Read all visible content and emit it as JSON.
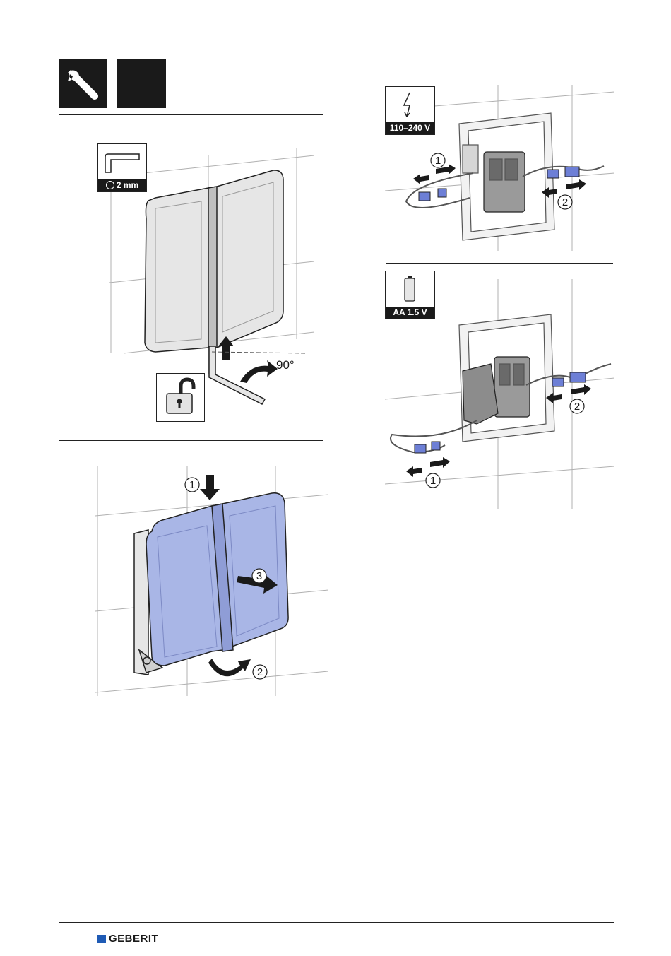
{
  "header": {
    "icons": [
      "wrench-icon",
      "blank-icon"
    ]
  },
  "steps": {
    "step1": {
      "tool_label": "2 mm",
      "rotation_label": "90°"
    },
    "step2": {
      "labels": [
        "1",
        "2",
        "3"
      ]
    },
    "step3": {
      "power_label": "110–240 V",
      "labels": [
        "1",
        "2"
      ]
    },
    "step4": {
      "battery_label": "AA 1.5 V",
      "labels": [
        "1",
        "2"
      ]
    }
  },
  "footer": {
    "brand": "GEBERIT",
    "brand_color": "#1f5bb5"
  },
  "colors": {
    "plate_blue": "#a9b6e6",
    "connector_blue": "#6d7fd6"
  }
}
